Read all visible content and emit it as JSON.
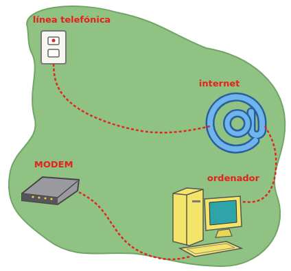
{
  "diagram": {
    "nodes": [
      {
        "text": [
          "línea telefónica"
        ]
      },
      {
        "text": [
          "internet"
        ]
      },
      {
        "text": [
          "MODEM"
        ]
      },
      {
        "text": [
          "ordenador"
        ]
      }
    ],
    "edges": [
      {
        "from": 0,
        "to": 1,
        "arrow": "none"
      },
      {
        "from": 1,
        "to": 3,
        "arrow": "none"
      },
      {
        "from": 2,
        "to": 3,
        "arrow": "none"
      }
    ]
  }
}
